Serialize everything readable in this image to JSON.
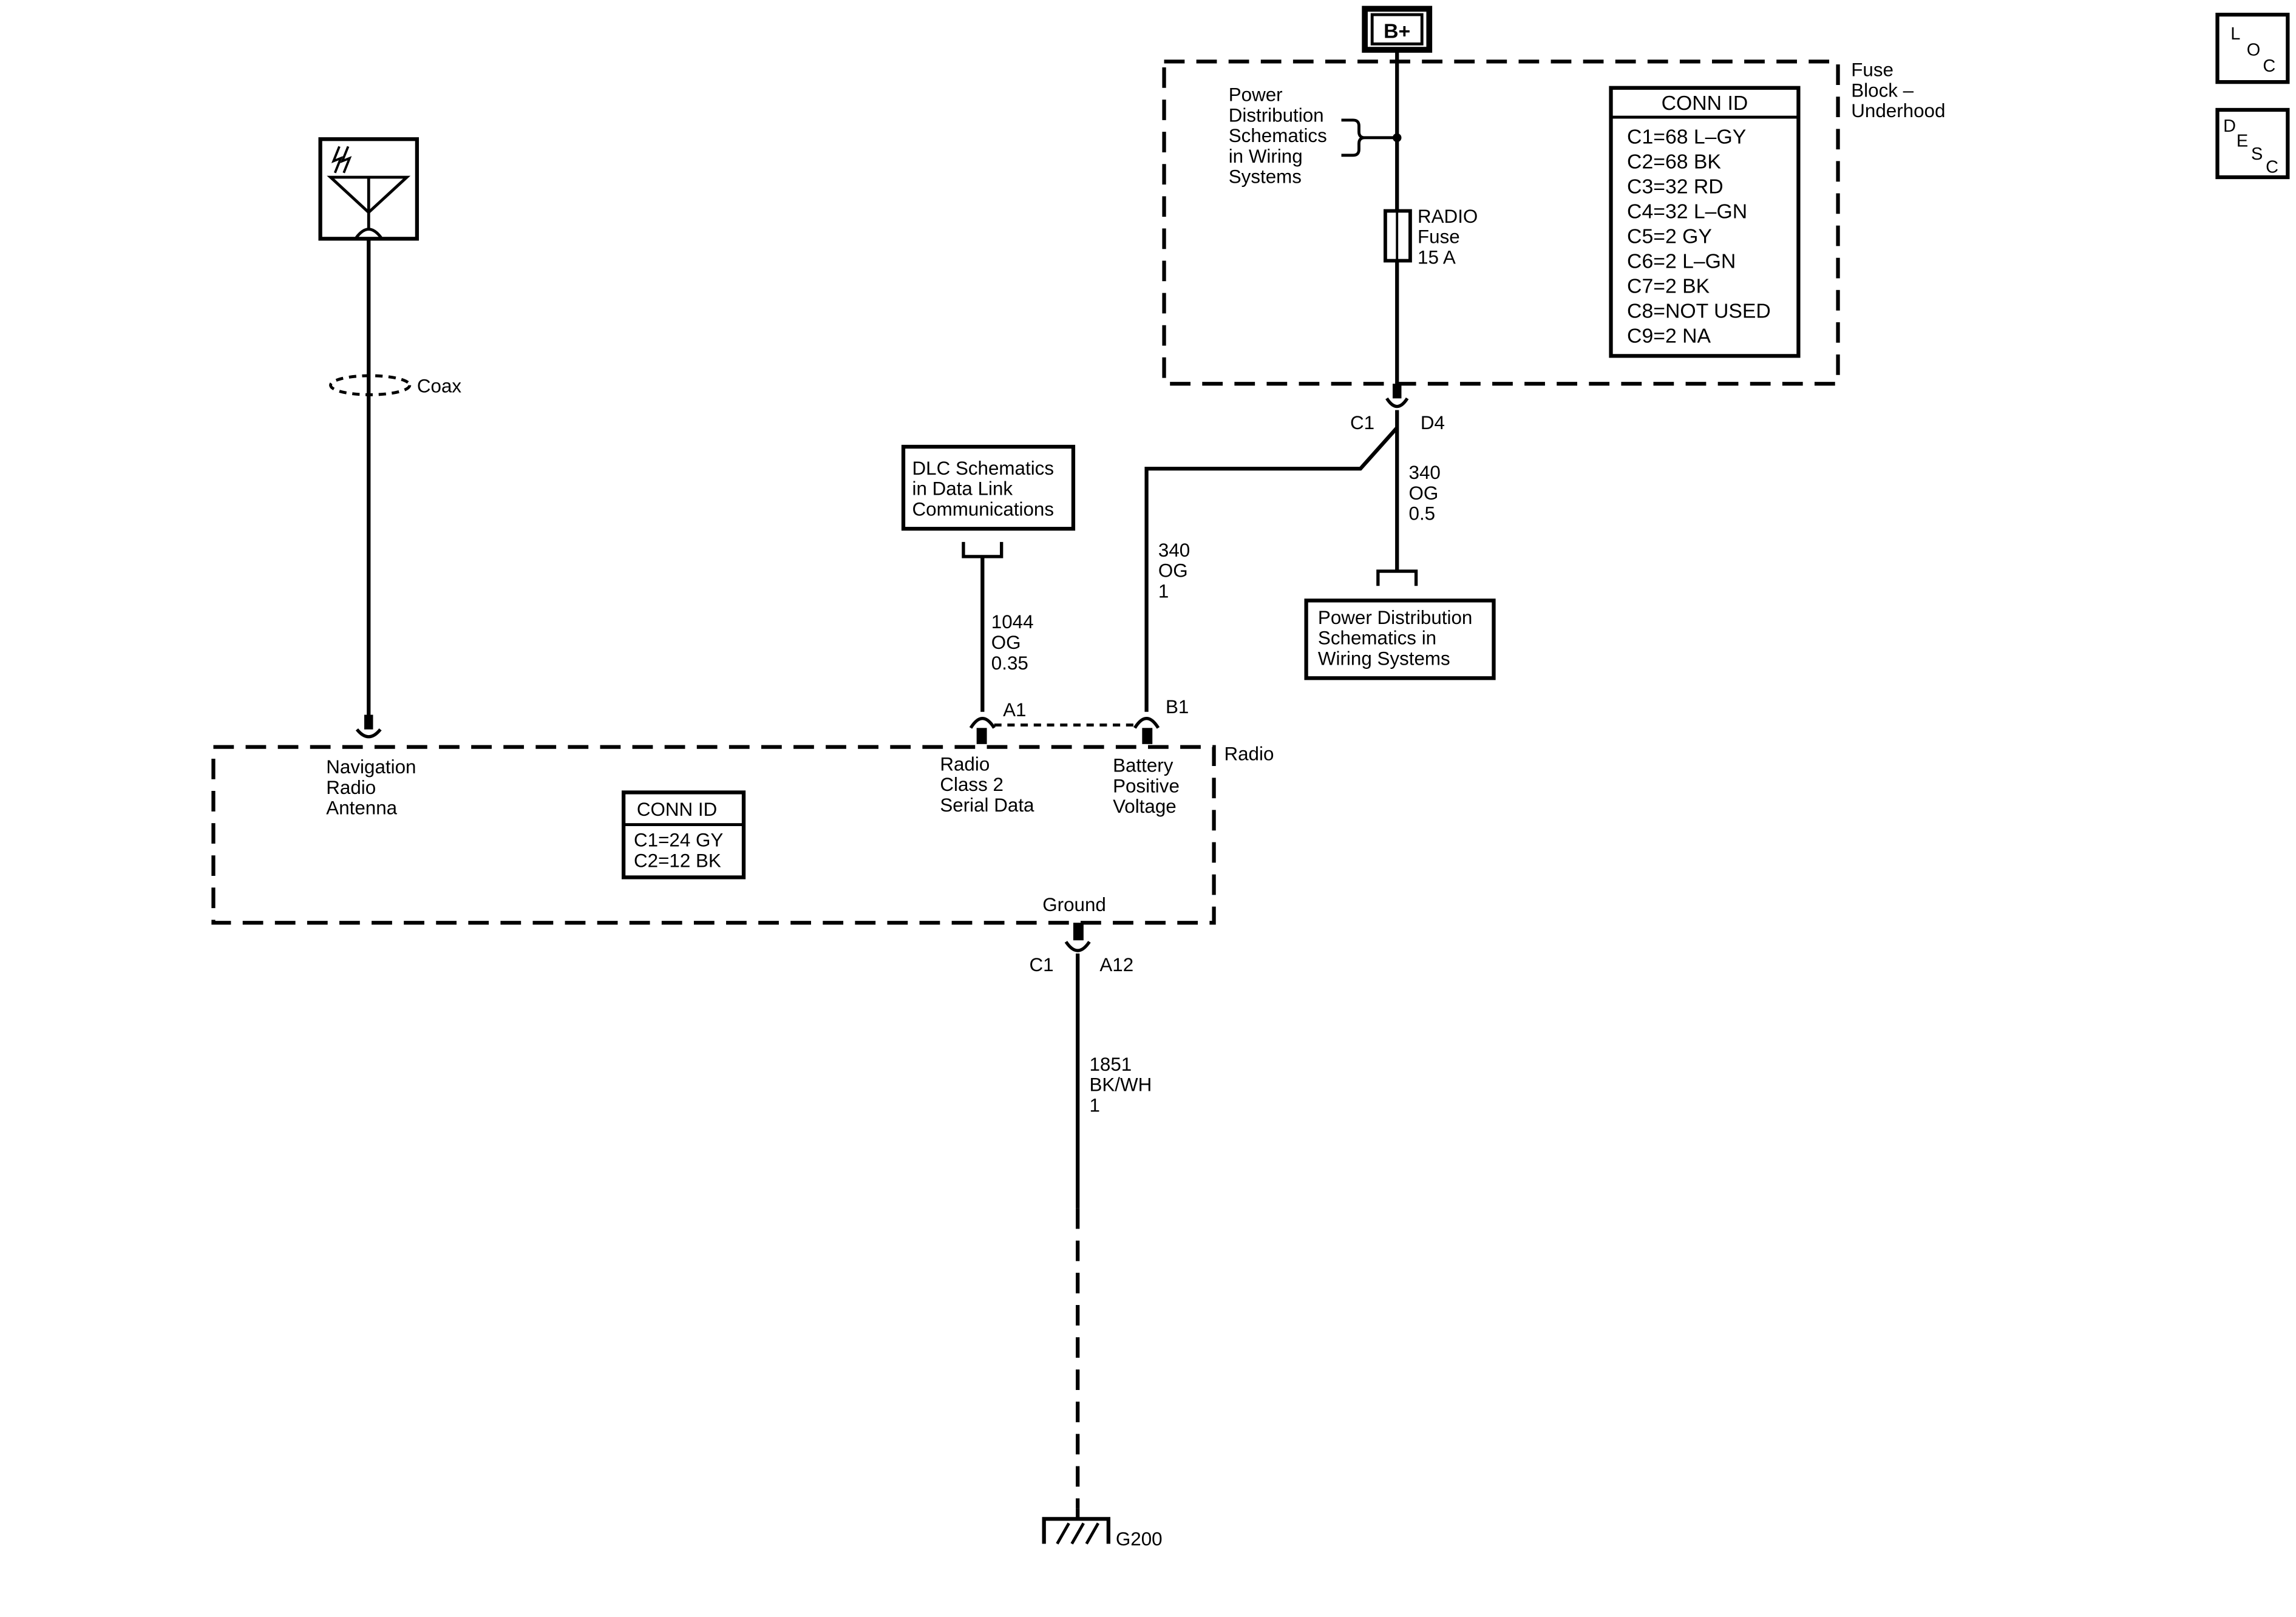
{
  "power": {
    "label": "B+"
  },
  "fuse_block": {
    "label_lines": [
      "Fuse",
      "Block –",
      "Underhood"
    ],
    "pd_ref_lines": [
      "Power",
      "Distribution",
      "Schematics",
      "in Wiring",
      "Systems"
    ],
    "fuse_lines": [
      "RADIO",
      "Fuse",
      "15 A"
    ],
    "conn_id": {
      "title": "CONN ID",
      "rows": [
        "C1=68 L–GY",
        "C2=68 BK",
        "C3=32 RD",
        "C4=32 L–GN",
        "C5=2 GY",
        "C6=2 L–GN",
        "C7=2 BK",
        "C8=NOT USED",
        "C9=2 NA"
      ]
    }
  },
  "fuse_output": {
    "conn": "C1",
    "pin": "D4"
  },
  "wire_340_a": [
    "340",
    "OG",
    "0.5"
  ],
  "wire_340_b": [
    "340",
    "OG",
    "1"
  ],
  "wire_1044": [
    "1044",
    "OG",
    "0.35"
  ],
  "wire_1851": [
    "1851",
    "BK/WH",
    "1"
  ],
  "pd_ref_box": [
    "Power Distribution",
    "Schematics in",
    "Wiring Systems"
  ],
  "dlc_ref_box": [
    "DLC Schematics",
    "in Data Link",
    "Communications"
  ],
  "coax": {
    "label": "Coax"
  },
  "radio": {
    "label": "Radio",
    "pin_a1": "A1",
    "pin_b1": "B1",
    "nav_antenna_lines": [
      "Navigation",
      "Radio",
      "Antenna"
    ],
    "serial_data_lines": [
      "Radio",
      "Class 2",
      "Serial Data"
    ],
    "battery_lines": [
      "Battery",
      "Positive",
      "Voltage"
    ],
    "ground_label": "Ground",
    "conn_id": {
      "title": "CONN ID",
      "rows": [
        "C1=24 GY",
        "C2=12 BK"
      ]
    }
  },
  "ground_conn": {
    "conn": "C1",
    "pin": "A12"
  },
  "ground_point": {
    "label": "G200"
  },
  "nav_icons": {
    "loc": {
      "l1": "L",
      "l2": "O",
      "l3": "C"
    },
    "desc": {
      "l1": "D",
      "l2": "E",
      "l3": "S",
      "l4": "C"
    }
  }
}
